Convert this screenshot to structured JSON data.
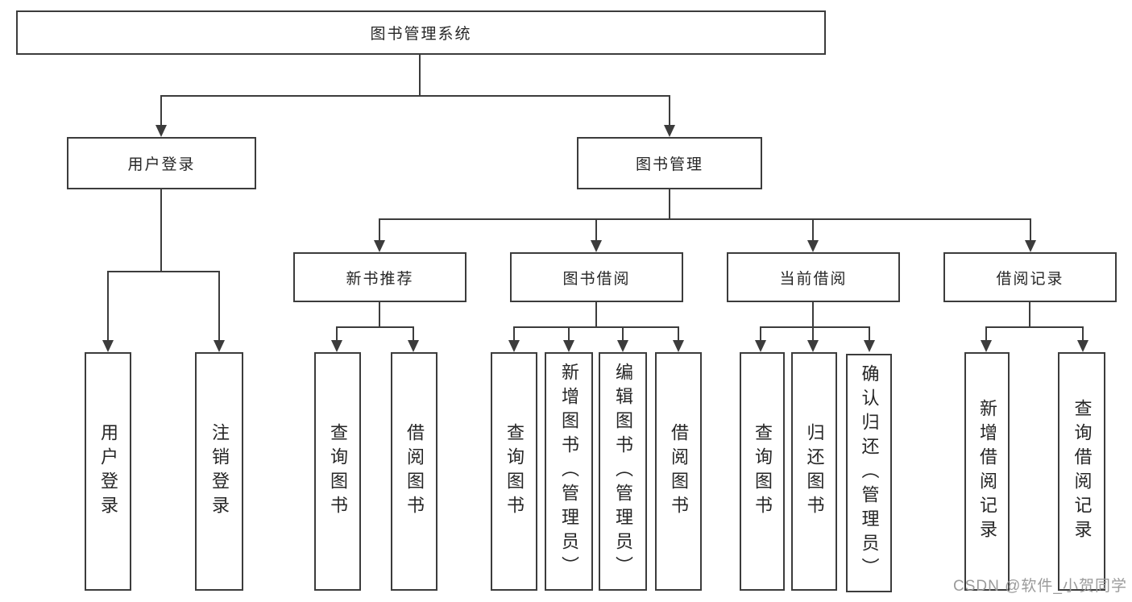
{
  "diagram": {
    "root": {
      "label": "图书管理系统"
    },
    "login": {
      "label": "用户登录",
      "children": [
        {
          "label": "用户登录"
        },
        {
          "label": "注销登录"
        }
      ]
    },
    "mgmt": {
      "label": "图书管理",
      "children": [
        {
          "label": "新书推荐",
          "children": [
            {
              "label": "查询图书"
            },
            {
              "label": "借阅图书"
            }
          ]
        },
        {
          "label": "图书借阅",
          "children": [
            {
              "label": "查询图书"
            },
            {
              "label": "新增图书（管理员）"
            },
            {
              "label": "编辑图书（管理员）"
            },
            {
              "label": "借阅图书"
            }
          ]
        },
        {
          "label": "当前借阅",
          "children": [
            {
              "label": "查询图书"
            },
            {
              "label": "归还图书"
            },
            {
              "label": "确认归还（管理员）"
            }
          ]
        },
        {
          "label": "借阅记录",
          "children": [
            {
              "label": "新增借阅记录"
            },
            {
              "label": "查询借阅记录"
            }
          ]
        }
      ]
    }
  },
  "watermark": {
    "text": "CSDN @软件_小贺同学"
  },
  "colors": {
    "line": "#3c3c3c",
    "text": "#262626",
    "watermark": "#9b9b9b",
    "background": "#ffffff"
  }
}
